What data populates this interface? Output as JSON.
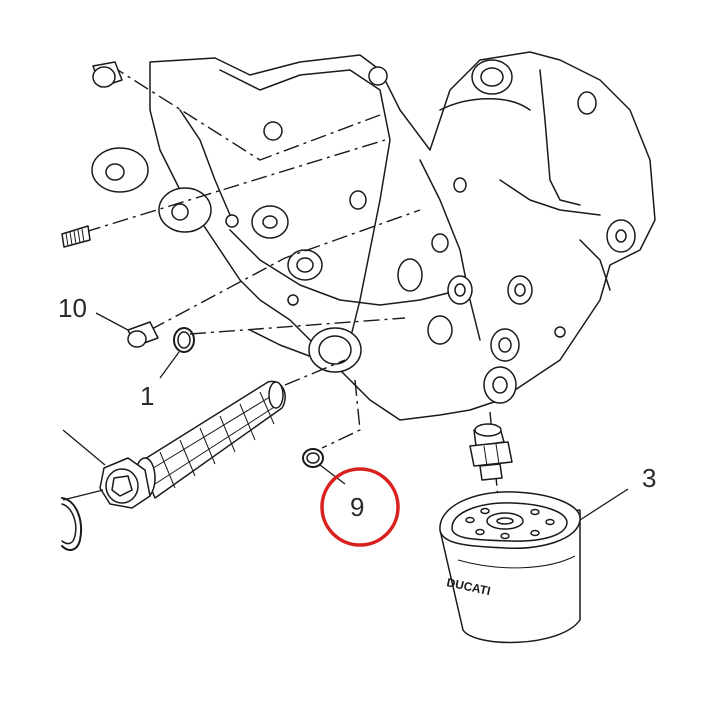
{
  "diagram": {
    "callouts": {
      "c10": "10",
      "c1": "1",
      "c3": "3",
      "c9": "9"
    },
    "filter_brand": "DUCATI",
    "highlight_color": "#d9201f",
    "line_color": "#1a1a1a"
  }
}
